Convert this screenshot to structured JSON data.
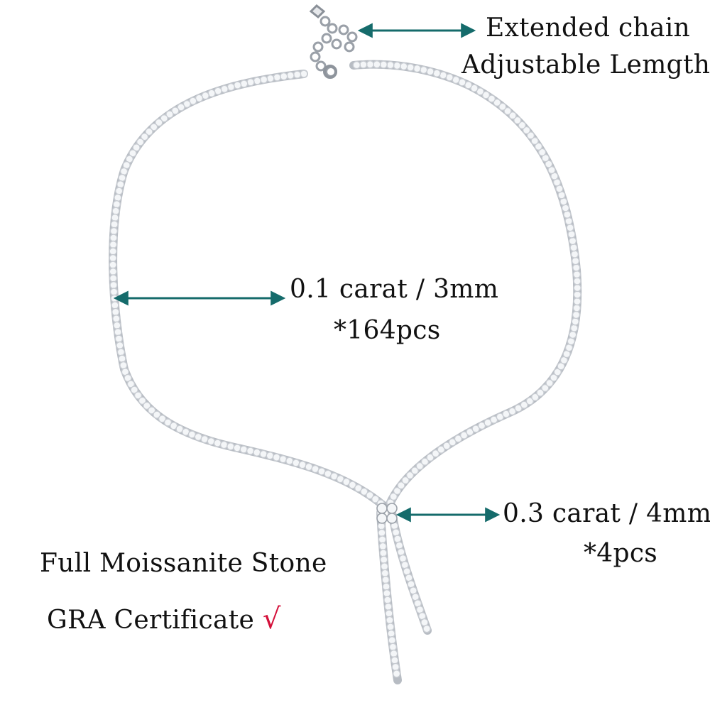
{
  "annotations": {
    "chain": {
      "line1": "Extended chain",
      "line2": "Adjustable Lemgth"
    },
    "small_stone": {
      "line1": "0.1 carat / 3mm",
      "line2": "*164pcs"
    },
    "large_stone": {
      "line1": "0.3 carat / 4mm",
      "line2": "*4pcs"
    }
  },
  "features": {
    "stone": "Full Moissanite Stone",
    "certificate": "GRA Certificate",
    "check_mark": "√"
  },
  "colors": {
    "arrow": "#156b6b",
    "check": "#d4103a",
    "metal": "#c8ccd2",
    "stone": "#f4f6f8"
  }
}
